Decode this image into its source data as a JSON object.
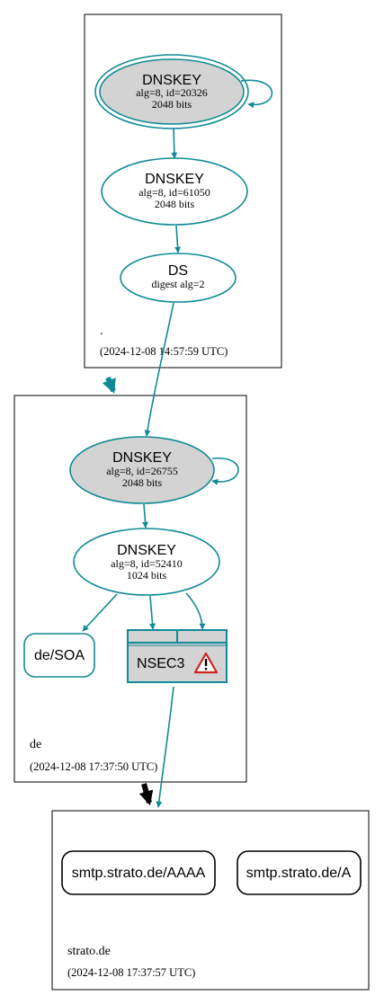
{
  "colors": {
    "edge": "#108a96",
    "keyfill": "#d3d3d3",
    "border": "#000000",
    "warning": "#cc2222"
  },
  "zones": {
    "root": {
      "label": ".",
      "timestamp": "(2024-12-08 14:57:59 UTC)"
    },
    "de": {
      "label": "de",
      "timestamp": "(2024-12-08 17:37:50 UTC)"
    },
    "strato": {
      "label": "strato.de",
      "timestamp": "(2024-12-08 17:37:57 UTC)"
    }
  },
  "nodes": {
    "root_ksk": {
      "title": "DNSKEY",
      "line1": "alg=8, id=20326",
      "line2": "2048 bits"
    },
    "root_zsk": {
      "title": "DNSKEY",
      "line1": "alg=8, id=61050",
      "line2": "2048 bits"
    },
    "root_ds": {
      "title": "DS",
      "line1": "digest alg=2"
    },
    "de_ksk": {
      "title": "DNSKEY",
      "line1": "alg=8, id=26755",
      "line2": "2048 bits"
    },
    "de_zsk": {
      "title": "DNSKEY",
      "line1": "alg=8, id=52410",
      "line2": "1024 bits"
    },
    "de_soa": {
      "title": "de/SOA"
    },
    "de_nsec3": {
      "title": "NSEC3",
      "icon": "warning-icon"
    },
    "strato_aaaa": {
      "title": "smtp.strato.de/AAAA"
    },
    "strato_a": {
      "title": "smtp.strato.de/A"
    }
  }
}
